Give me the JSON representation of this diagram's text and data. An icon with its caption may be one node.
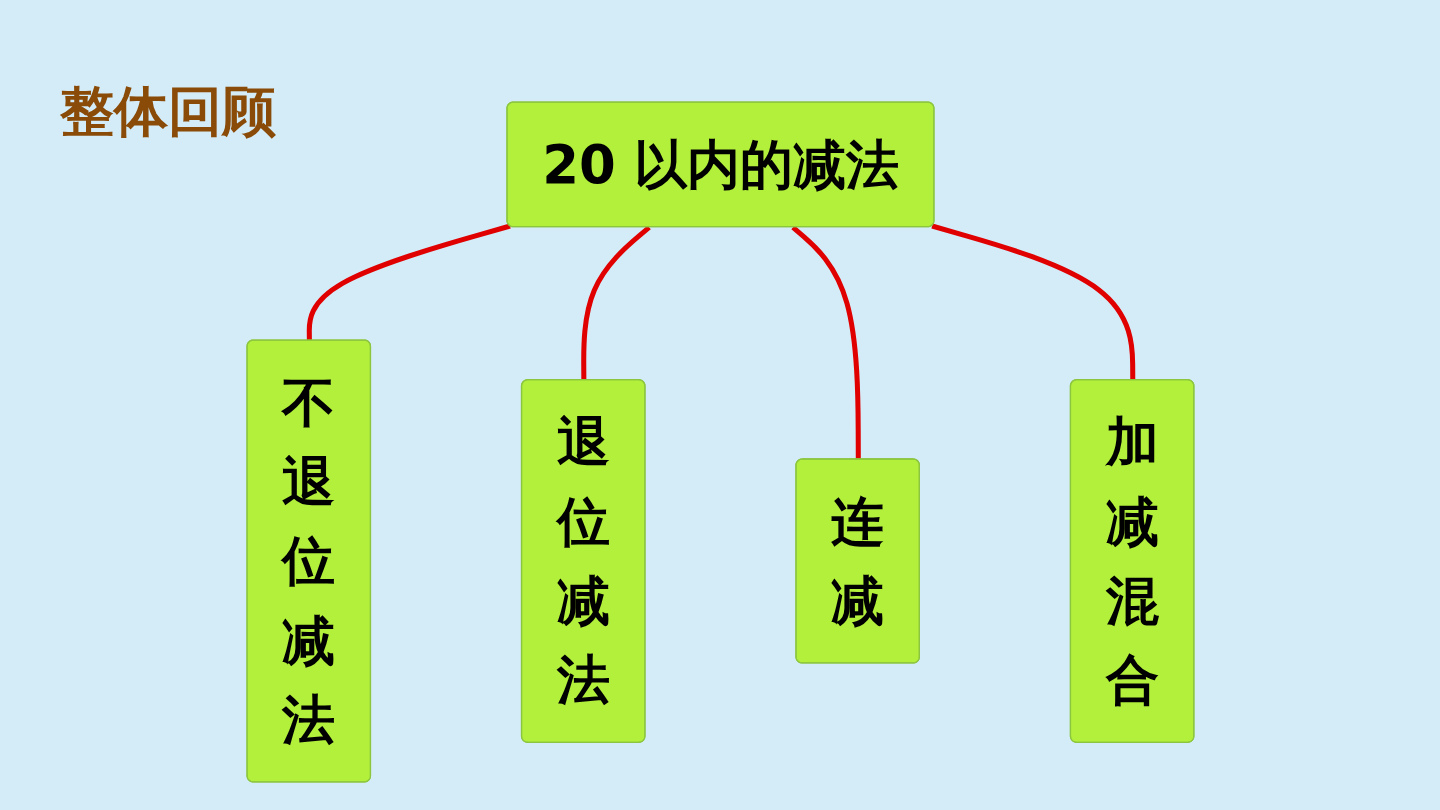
{
  "diagram": {
    "title": "整体回顾",
    "nodes": [
      {
        "text": [
          "20 以内的减法"
        ]
      },
      {
        "text": [
          "不退位减法"
        ]
      },
      {
        "text": [
          "退位减法"
        ]
      },
      {
        "text": [
          "连减"
        ]
      },
      {
        "text": [
          "加减混合"
        ]
      }
    ],
    "edges": [
      {
        "from": 0,
        "to": 1,
        "arrow": "none"
      },
      {
        "from": 0,
        "to": 2,
        "arrow": "none"
      },
      {
        "from": 0,
        "to": 3,
        "arrow": "none"
      },
      {
        "from": 0,
        "to": 4,
        "arrow": "none"
      }
    ]
  }
}
